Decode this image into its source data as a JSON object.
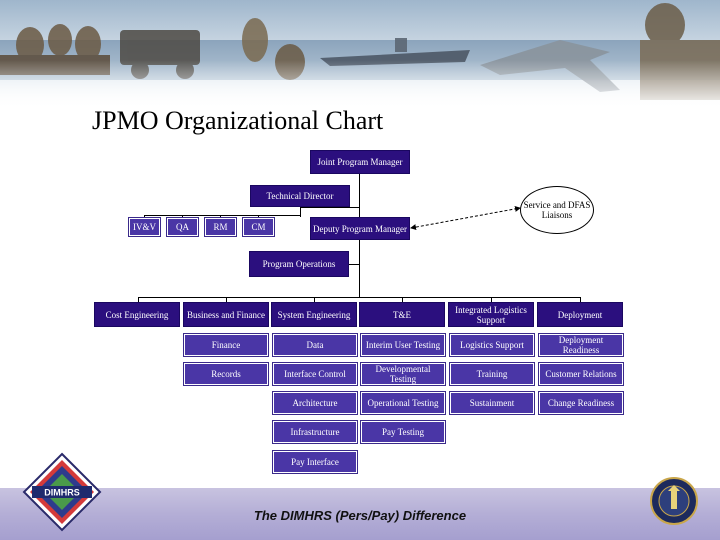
{
  "title": "JPMO Organizational Chart",
  "org": {
    "jpm": "Joint Program Manager",
    "technical_director": "Technical Director",
    "deputy": "Deputy Program Manager",
    "program_operations": "Program Operations",
    "liaisons": "Service and DFAS Liaisons",
    "staff": [
      "IV&V",
      "QA",
      "RM",
      "CM"
    ],
    "divisions": [
      "Cost Engineering",
      "Business and Finance",
      "System Engineering",
      "T&E",
      "Integrated Logistics Support",
      "Deployment"
    ],
    "business_finance": [
      "Finance",
      "Records"
    ],
    "system_engineering": [
      "Data",
      "Interface Control",
      "Architecture",
      "Infrastructure",
      "Pay Interface"
    ],
    "te": [
      "Interim User Testing",
      "Developmental Testing",
      "Operational Testing",
      "Pay Testing"
    ],
    "logistics": [
      "Logistics Support",
      "Training",
      "Sustainment"
    ],
    "deployment": [
      "Deployment Readiness",
      "Customer Relations",
      "Change Readiness"
    ]
  },
  "footer": {
    "tagline": "The DIMHRS (Pers/Pay) Difference",
    "logo_text": "DIMHRS"
  },
  "colors": {
    "dark_box": "#2b0f7e",
    "light_box": "#4a36a6",
    "footer": "#b4aed6"
  }
}
